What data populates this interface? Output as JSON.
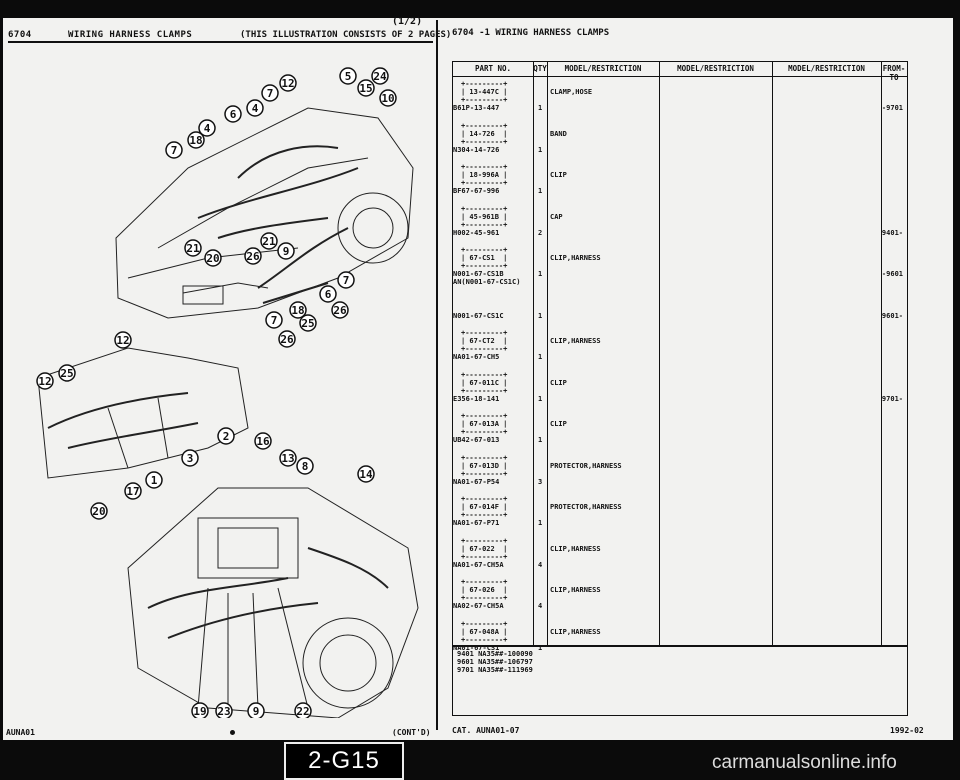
{
  "left_header": {
    "code": "6704",
    "title": "WIRING HARNESS CLAMPS",
    "note": "(THIS ILLUSTRATION CONSISTS OF 2 PAGES)",
    "page": "(1/2)"
  },
  "right_header": "6704 -1    WIRING HARNESS CLAMPS",
  "table": {
    "columns": [
      "PART NO.",
      "QTY",
      "MODEL/RESTRICTION",
      "MODEL/RESTRICTION",
      "MODEL/RESTRICTION",
      "FROM-TO"
    ],
    "rows": [
      {
        "box": "+---------+\n| 13-447C |\n+---------+",
        "part": "B61P-13-447",
        "part2": "",
        "qty": "1",
        "desc": "CLAMP,HOSE",
        "from": "-9701"
      },
      {
        "box": "+---------+\n| 14-726  |\n+---------+",
        "part": "N304-14-726",
        "part2": "",
        "qty": "1",
        "desc": "BAND",
        "from": ""
      },
      {
        "box": "+---------+\n| 18-996A |\n+---------+",
        "part": "BF67-67-996",
        "part2": "",
        "qty": "1",
        "desc": "CLIP",
        "from": ""
      },
      {
        "box": "+---------+\n| 45-961B |\n+---------+",
        "part": "H002-45-961",
        "part2": "",
        "qty": "2",
        "desc": "CAP",
        "from": "9401-"
      },
      {
        "box": "+---------+\n| 67-CS1  |\n+---------+",
        "part": "N001-67-CS1B",
        "part2": "AN(N001-67-CS1C)",
        "qty": "1",
        "desc": "CLIP,HARNESS",
        "from": "-9601"
      },
      {
        "box": "",
        "part": "N001-67-CS1C",
        "part2": "",
        "qty": "1",
        "desc": "",
        "from": "9601-"
      },
      {
        "box": "+---------+\n| 67-CT2  |\n+---------+",
        "part": "NA01-67-CH5",
        "part2": "",
        "qty": "1",
        "desc": "CLIP,HARNESS",
        "from": ""
      },
      {
        "box": "+---------+\n| 67-011C |\n+---------+",
        "part": "E356-18-141",
        "part2": "",
        "qty": "1",
        "desc": "CLIP",
        "from": "9701-"
      },
      {
        "box": "+---------+\n| 67-013A |\n+---------+",
        "part": "UB42-67-013",
        "part2": "",
        "qty": "1",
        "desc": "CLIP",
        "from": ""
      },
      {
        "box": "+---------+\n| 67-013D |\n+---------+",
        "part": "NA01-67-P54",
        "part2": "",
        "qty": "3",
        "desc": "PROTECTOR,HARNESS",
        "from": ""
      },
      {
        "box": "+---------+\n| 67-014F |\n+---------+",
        "part": "NA01-67-P71",
        "part2": "",
        "qty": "1",
        "desc": "PROTECTOR,HARNESS",
        "from": ""
      },
      {
        "box": "+---------+\n| 67-022  |\n+---------+",
        "part": "NA01-67-CH5A",
        "part2": "",
        "qty": "4",
        "desc": "CLIP,HARNESS",
        "from": ""
      },
      {
        "box": "+---------+\n| 67-026  |\n+---------+",
        "part": "NA02-67-CH5A",
        "part2": "",
        "qty": "4",
        "desc": "CLIP,HARNESS",
        "from": ""
      },
      {
        "box": "+---------+\n| 67-048A |\n+---------+",
        "part": "NA01-67-CS1",
        "part2": "",
        "qty": "1",
        "desc": "CLIP,HARNESS",
        "from": ""
      }
    ],
    "notes": "9401 NA35##-100090\n9601 NA35##-106797\n9701 NA35##-111969"
  },
  "callouts_top": [
    "12",
    "5",
    "15",
    "24",
    "7",
    "10",
    "6",
    "4",
    "18",
    "4",
    "7",
    "21",
    "20",
    "26",
    "21",
    "9",
    "7",
    "6",
    "26",
    "7",
    "18",
    "25",
    "26"
  ],
  "callouts_mid": [
    "12",
    "12",
    "25",
    "20"
  ],
  "callouts_bot": [
    "2",
    "16",
    "3",
    "13",
    "8",
    "14",
    "17",
    "1",
    "19",
    "23",
    "9",
    "22"
  ],
  "footer": {
    "left": "AUNA01",
    "cont": "(CONT'D)",
    "cat": "CAT. AUNA01-07",
    "date": "1992-02"
  },
  "tab_label": "2-G15",
  "watermark": "carmanualsonline.info"
}
